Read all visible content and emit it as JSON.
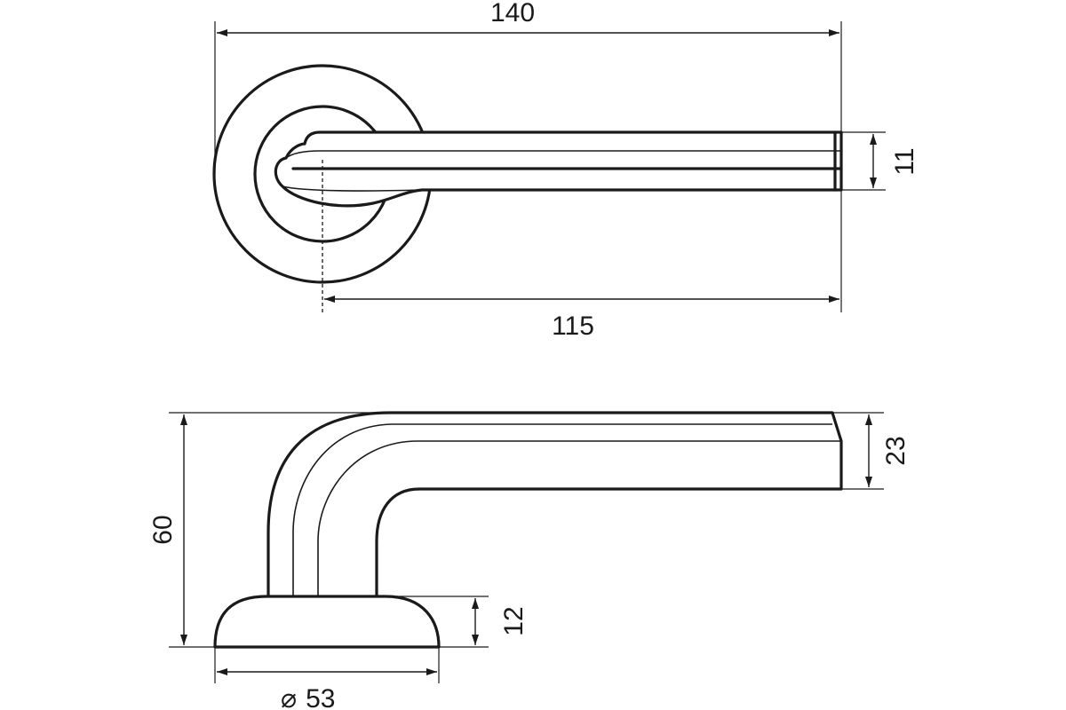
{
  "drawing": {
    "dimensions": {
      "total_length": "140",
      "lever_length": "115",
      "lever_thickness": "11",
      "total_height": "60",
      "lever_height": "23",
      "rose_height": "12",
      "rose_diameter": "53"
    },
    "diameter_symbol": "⌀"
  }
}
